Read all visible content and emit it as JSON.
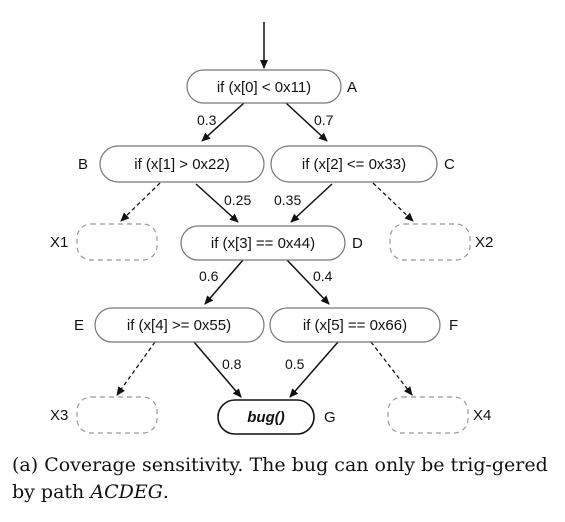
{
  "nodes": {
    "A": {
      "letter": "A",
      "condition": "if (x[0] < 0x11)"
    },
    "B": {
      "letter": "B",
      "condition": "if (x[1] > 0x22)"
    },
    "C": {
      "letter": "C",
      "condition": "if (x[2] <= 0x33)"
    },
    "D": {
      "letter": "D",
      "condition": "if (x[3] == 0x44)"
    },
    "E": {
      "letter": "E",
      "condition": "if (x[4] >= 0x55)"
    },
    "F": {
      "letter": "F",
      "condition": "if (x[5] == 0x66)"
    },
    "G": {
      "letter": "G",
      "condition": "bug()"
    }
  },
  "exits": {
    "X1": "X1",
    "X2": "X2",
    "X3": "X3",
    "X4": "X4"
  },
  "edges": {
    "A_B": "0.3",
    "A_C": "0.7",
    "B_D": "0.25",
    "C_D": "0.35",
    "D_E": "0.6",
    "D_F": "0.4",
    "E_G": "0.8",
    "F_G": "0.5"
  },
  "caption": {
    "prefix": "(a) Coverage sensitivity. The bug can only be trig-gered by path ",
    "path": "ACDEG",
    "suffix": "."
  }
}
